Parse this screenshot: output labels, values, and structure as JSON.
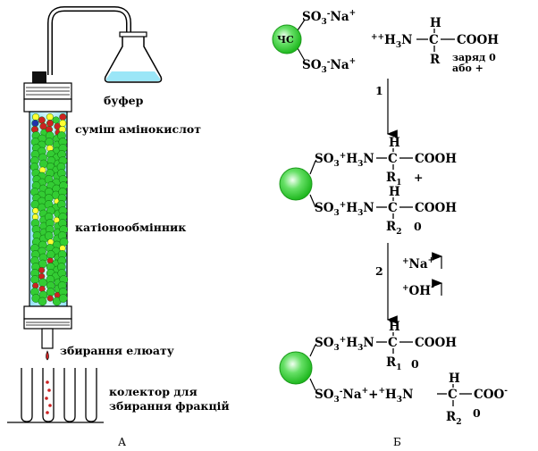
{
  "labels_a": {
    "buffer": "буфер",
    "amino_mix": "суміш амінокислот",
    "cation_exchanger": "катіонообмінник",
    "eluate_collection": "збирання елюату",
    "collector_line1": "колектор для",
    "collector_line2": "збирання фракцій",
    "panel": "А"
  },
  "labels_b": {
    "panel": "Б",
    "bead_label": "ЧС",
    "so3na": "SO",
    "so3na_sub": "3",
    "so3na_sup": "-",
    "na": "Na",
    "plus": "+",
    "plus_plus": "+",
    "h": "H",
    "h3n": "H",
    "h3n_sub": "3",
    "n": "N",
    "c": "C",
    "cooh": "COOH",
    "cooh_cut": "COO",
    "r": "R",
    "r1_sub": "1",
    "r2_sub": "2",
    "charge_line1": "заряд 0",
    "charge_line2": "або +",
    "zero": "0",
    "step1": "1",
    "step2": "2",
    "na_plus": "Na",
    "oh_minus": "OH",
    "so3": "SO",
    "so3_sub": "3",
    "so3_sup": "-"
  },
  "colors": {
    "bead_green": "#33cc33",
    "column_fill": "#b3ecff",
    "bead_red": "#cc2222",
    "bead_yellow": "#ffff33",
    "bead_blue": "#2233aa"
  }
}
